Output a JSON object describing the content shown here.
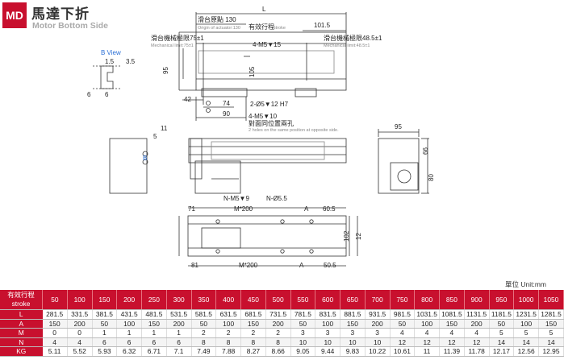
{
  "header": {
    "badge": "MD",
    "title_cn": "馬達下折",
    "title_en": "Motor Bottom Side"
  },
  "drawing": {
    "labels": {
      "L": "L",
      "origin": "滑台原點 130",
      "origin_en": "Origin of actuator:130",
      "stroke": "有效行程",
      "stroke_en": "Stroke",
      "dim_101_5": "101.5",
      "mech_left": "滑台機械極限75±1",
      "mech_left_en": "Mechanical limit:75±1",
      "mech_right": "滑台機械極限48.5±1",
      "mech_right_en": "Mechanical limit:48.5±1",
      "m5_15": "4-M5▼15",
      "d95_a": "95",
      "d105": "105",
      "d42": "42",
      "d74": "74",
      "pin": "2-Ø5▼12 H7",
      "d90": "90",
      "d95_b": "95",
      "d66": "66",
      "d80": "80",
      "m5_10": "4-M5▼10",
      "opp_cn": "對面同位置兩孔",
      "opp_en": "2 holes on the same position at opposite side.",
      "d11": "11",
      "d5": "5",
      "b_label": "B",
      "bview": "B View",
      "d1_5": "1.5",
      "d3_5": "3.5",
      "d6a": "6",
      "d6b": "6",
      "nm5": "N-M5▼9",
      "nd55": "N-Ø5.5",
      "d71": "71",
      "m200a": "M*200",
      "A_top": "A",
      "d60_5": "60.5",
      "d102": "102",
      "d12": "12",
      "d81": "81",
      "m200b": "M*200",
      "A_bot": "A",
      "d50_5": "50.5"
    }
  },
  "table": {
    "unit": "單位 Unit:mm",
    "header_cn": "有效行程",
    "header_en": "stroke",
    "strokes": [
      "50",
      "100",
      "150",
      "200",
      "250",
      "300",
      "350",
      "400",
      "450",
      "500",
      "550",
      "600",
      "650",
      "700",
      "750",
      "800",
      "850",
      "900",
      "950",
      "1000",
      "1050"
    ],
    "rows": [
      {
        "label": "L",
        "values": [
          "281.5",
          "331.5",
          "381.5",
          "431.5",
          "481.5",
          "531.5",
          "581.5",
          "631.5",
          "681.5",
          "731.5",
          "781.5",
          "831.5",
          "881.5",
          "931.5",
          "981.5",
          "1031.5",
          "1081.5",
          "1131.5",
          "1181.5",
          "1231.5",
          "1281.5"
        ]
      },
      {
        "label": "A",
        "values": [
          "150",
          "200",
          "50",
          "100",
          "150",
          "200",
          "50",
          "100",
          "150",
          "200",
          "50",
          "100",
          "150",
          "200",
          "50",
          "100",
          "150",
          "200",
          "50",
          "100",
          "150"
        ]
      },
      {
        "label": "M",
        "values": [
          "0",
          "0",
          "1",
          "1",
          "1",
          "1",
          "2",
          "2",
          "2",
          "2",
          "3",
          "3",
          "3",
          "3",
          "4",
          "4",
          "4",
          "4",
          "5",
          "5",
          "5"
        ]
      },
      {
        "label": "N",
        "values": [
          "4",
          "4",
          "6",
          "6",
          "6",
          "6",
          "8",
          "8",
          "8",
          "8",
          "10",
          "10",
          "10",
          "10",
          "12",
          "12",
          "12",
          "12",
          "14",
          "14",
          "14"
        ]
      },
      {
        "label": "KG",
        "values": [
          "5.11",
          "5.52",
          "5.93",
          "6.32",
          "6.71",
          "7.1",
          "7.49",
          "7.88",
          "8.27",
          "8.66",
          "9.05",
          "9.44",
          "9.83",
          "10.22",
          "10.61",
          "11",
          "11.39",
          "11.78",
          "12.17",
          "12.56",
          "12.95"
        ]
      }
    ]
  }
}
